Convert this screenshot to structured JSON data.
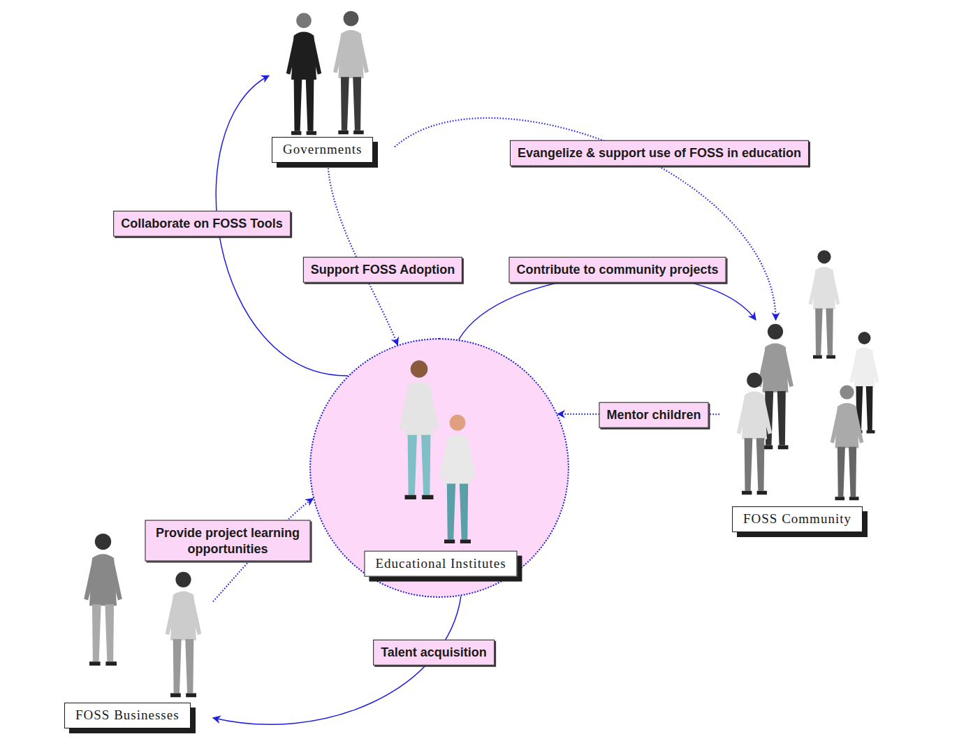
{
  "diagram": {
    "nodes": [
      {
        "text": [
          "Governments"
        ]
      },
      {
        "text": [
          "Educational Institutes"
        ]
      },
      {
        "text": [
          "FOSS Community"
        ]
      },
      {
        "text": [
          "FOSS Businesses"
        ]
      }
    ],
    "edges": [
      {
        "from": 1,
        "to": 0,
        "arrow": "to",
        "label": "Collaborate on FOSS Tools"
      },
      {
        "from": 0,
        "to": 2,
        "arrow": "to",
        "label": "Evangelize & support use of FOSS in education"
      },
      {
        "from": 0,
        "to": 1,
        "arrow": "to",
        "label": "Support FOSS Adoption"
      },
      {
        "from": 1,
        "to": 2,
        "arrow": "to",
        "label": "Contribute to community projects"
      },
      {
        "from": 2,
        "to": 1,
        "arrow": "to",
        "label": "Mentor children"
      },
      {
        "from": 3,
        "to": 1,
        "arrow": "to",
        "label": "Provide project learning opportunities"
      },
      {
        "from": 1,
        "to": 3,
        "arrow": "to",
        "label": "Talent acquisition"
      }
    ]
  }
}
